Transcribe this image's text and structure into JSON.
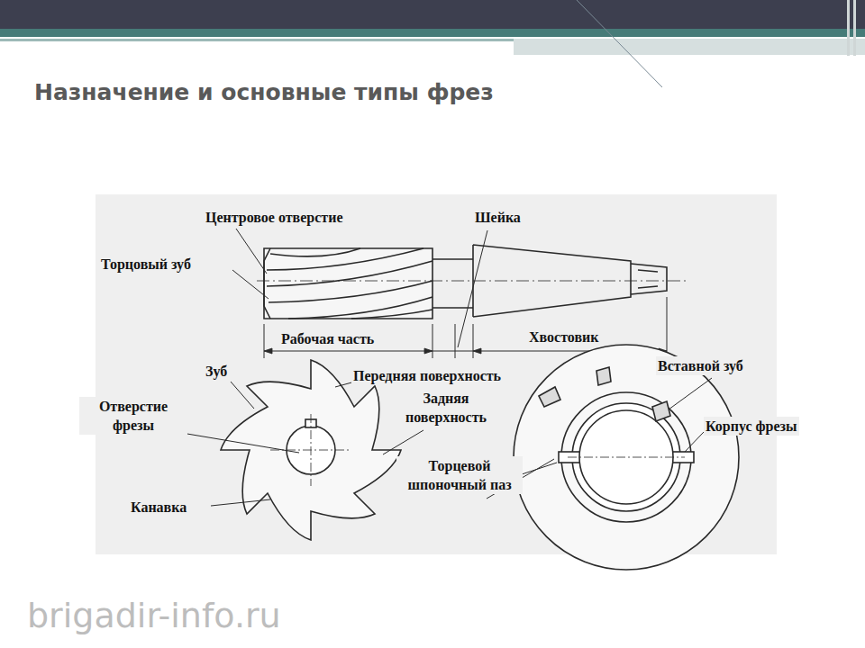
{
  "diagram": {
    "title": "Назначение и основные типы фрез",
    "labels": [
      "Центровое отверстие",
      "Шейка",
      "Торцовый зуб",
      "Рабочая часть",
      "Хвостовик",
      "Зуб",
      "Передняя поверхность",
      "Задняя поверхность",
      "Вставной зуб",
      "Отверстие фрезы",
      "Корпус фрезы",
      "Торцевой шпоночный паз",
      "Канавка",
      "brigadir-info.ru"
    ]
  }
}
